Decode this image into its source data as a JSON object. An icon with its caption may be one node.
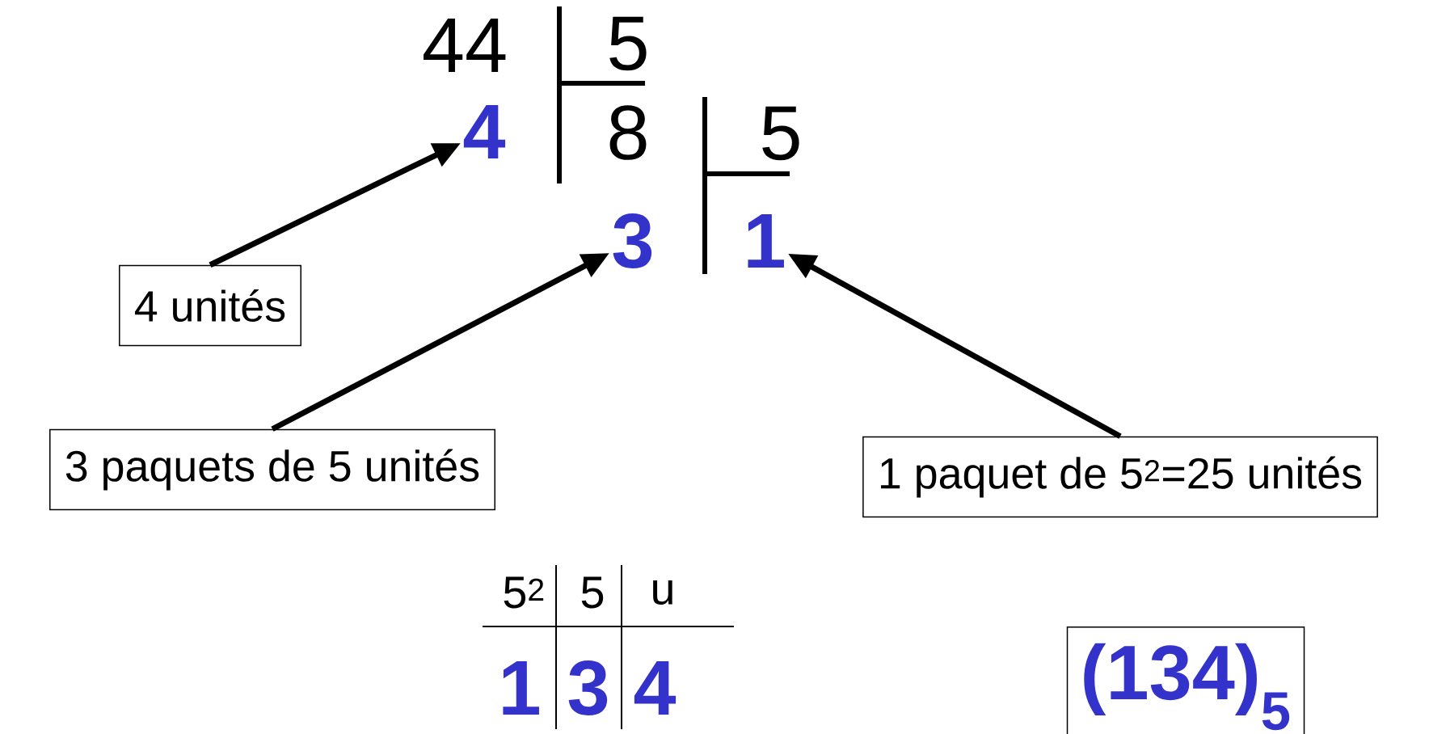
{
  "diagram": {
    "nodes": [
      {
        "text": [
          "4"
        ]
      },
      {
        "text": [
          "3"
        ]
      },
      {
        "text": [
          "1"
        ]
      },
      {
        "text": [
          "4 unités"
        ]
      },
      {
        "text": [
          "3 paquets de 5 unités"
        ]
      },
      {
        "text": [
          "1 paquet de 5$^{2}$=25 unités"
        ]
      },
      {
        "text": [
          "(134)$_{5}$"
        ]
      }
    ],
    "edges": [
      {
        "from": 3,
        "to": 0,
        "arrow": "to"
      },
      {
        "from": 4,
        "to": 1,
        "arrow": "to"
      },
      {
        "from": 5,
        "to": 2,
        "arrow": "to"
      }
    ],
    "labels": [
      "44",
      "5",
      "8",
      "5",
      "5$^{2}$",
      "5",
      "u",
      "1",
      "3",
      "4"
    ]
  }
}
